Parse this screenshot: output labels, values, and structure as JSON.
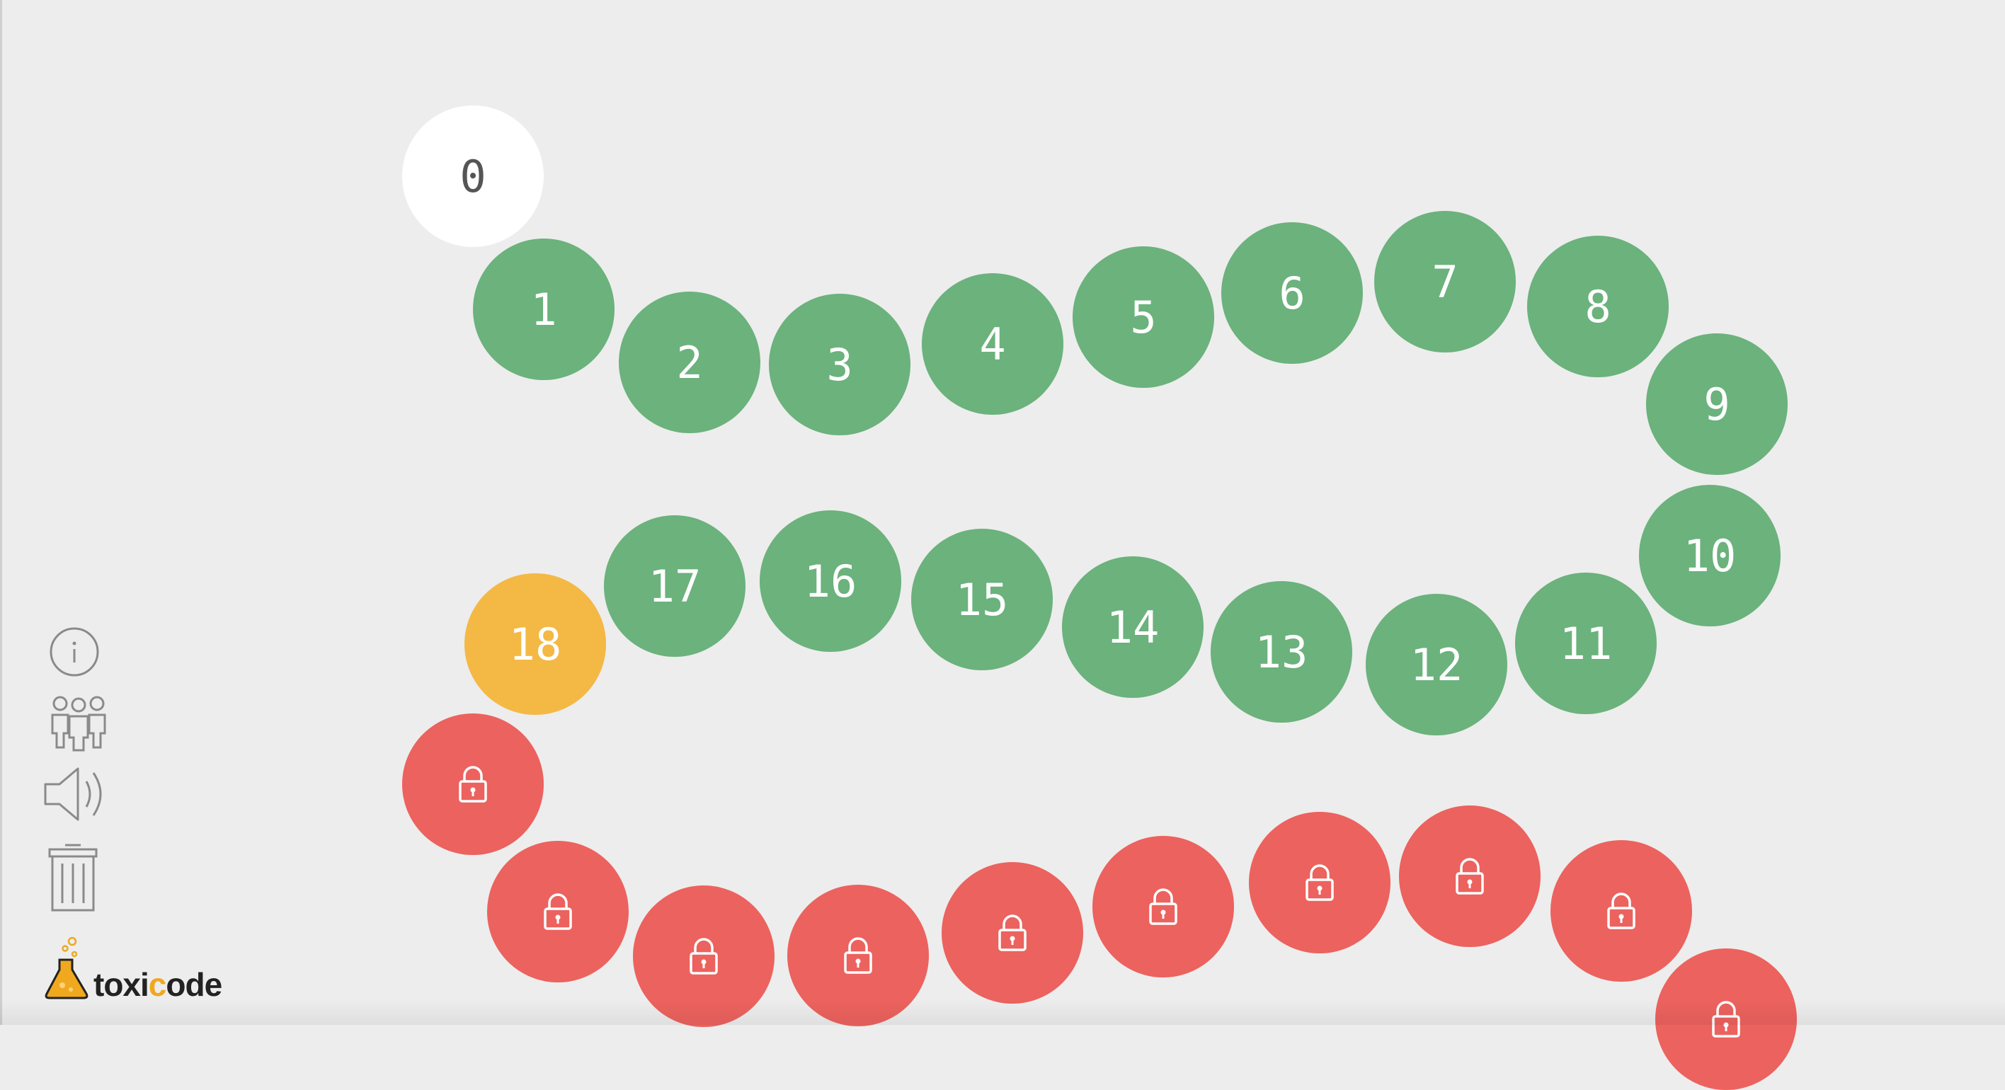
{
  "colors": {
    "background": "#ededed",
    "completed": "#6bb27c",
    "current": "#f4b845",
    "locked": "#ec625e",
    "start": "#ffffff",
    "icon_stroke": "#8a8a8a"
  },
  "levels": [
    {
      "label": "0",
      "status": "start"
    },
    {
      "label": "1",
      "status": "completed"
    },
    {
      "label": "2",
      "status": "completed"
    },
    {
      "label": "3",
      "status": "completed"
    },
    {
      "label": "4",
      "status": "completed"
    },
    {
      "label": "5",
      "status": "completed"
    },
    {
      "label": "6",
      "status": "completed"
    },
    {
      "label": "7",
      "status": "completed"
    },
    {
      "label": "8",
      "status": "completed"
    },
    {
      "label": "9",
      "status": "completed"
    },
    {
      "label": "10",
      "status": "completed"
    },
    {
      "label": "11",
      "status": "completed"
    },
    {
      "label": "12",
      "status": "completed"
    },
    {
      "label": "13",
      "status": "completed"
    },
    {
      "label": "14",
      "status": "completed"
    },
    {
      "label": "15",
      "status": "completed"
    },
    {
      "label": "16",
      "status": "completed"
    },
    {
      "label": "17",
      "status": "completed"
    },
    {
      "label": "18",
      "status": "current"
    },
    {
      "label": "",
      "status": "locked",
      "icon": "lock-icon"
    },
    {
      "label": "",
      "status": "locked",
      "icon": "lock-icon"
    },
    {
      "label": "",
      "status": "locked",
      "icon": "lock-icon"
    },
    {
      "label": "",
      "status": "locked",
      "icon": "lock-icon"
    },
    {
      "label": "",
      "status": "locked",
      "icon": "lock-icon"
    },
    {
      "label": "",
      "status": "locked",
      "icon": "lock-icon"
    },
    {
      "label": "",
      "status": "locked",
      "icon": "lock-icon"
    },
    {
      "label": "",
      "status": "locked",
      "icon": "lock-icon"
    },
    {
      "label": "",
      "status": "locked",
      "icon": "lock-icon"
    },
    {
      "label": "",
      "status": "locked",
      "icon": "lock-icon"
    }
  ],
  "sidebar": {
    "buttons": [
      {
        "name": "info-icon"
      },
      {
        "name": "people-icon"
      },
      {
        "name": "speaker-icon"
      },
      {
        "name": "trash-icon"
      }
    ]
  },
  "logo": {
    "text_before": "toxi",
    "text_accent": "c",
    "text_after": "ode"
  }
}
